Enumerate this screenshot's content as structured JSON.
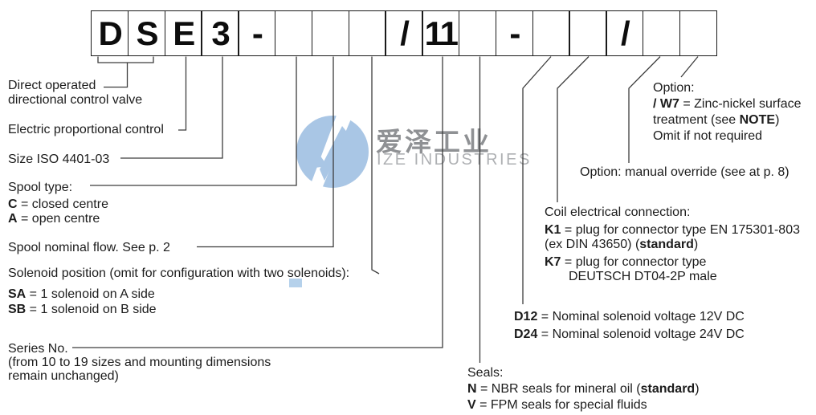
{
  "watermark": {
    "cjk": "爱泽工业",
    "latin": "IZE INDUSTRIES",
    "logo_color": "#a9c6e5"
  },
  "code_boxes": {
    "cells": [
      "D",
      "S",
      "E",
      "3",
      "-",
      "",
      "",
      "",
      "/",
      "11",
      "",
      "-",
      "",
      "",
      "/",
      "",
      ""
    ]
  },
  "sections": {
    "direct_operated": {
      "line1": "Direct operated",
      "line2": "directional control valve"
    },
    "electric_control": {
      "text": "Electric proportional control"
    },
    "size": {
      "text": "Size ISO 4401-03"
    },
    "spool_type": {
      "title": "Spool type:",
      "options": [
        {
          "code": "C",
          "desc": " = closed centre"
        },
        {
          "code": "A",
          "desc": " = open centre"
        }
      ]
    },
    "spool_flow": {
      "text": "Spool nominal flow. See p. 2"
    },
    "solenoid_position": {
      "title": "Solenoid position (omit for configuration with two solenoids):",
      "options": [
        {
          "code": "SA",
          "desc": " = 1 solenoid on A side"
        },
        {
          "code": "SB",
          "desc": " = 1 solenoid on B side"
        }
      ]
    },
    "series_no": {
      "title": "Series No.",
      "note1": "(from 10 to 19 sizes and mounting dimensions",
      "note2": "remain unchanged)"
    },
    "seals": {
      "title": "Seals:",
      "n_code": "N",
      "n_pre": " = NBR seals for mineral oil (",
      "n_bold": "standard",
      "n_post": ")",
      "v_code": "V",
      "v_desc": " = FPM seals for special fluids"
    },
    "voltage": {
      "d12_code": "D12",
      "d12_desc": " = Nominal solenoid voltage 12V DC",
      "d24_code": "D24",
      "d24_desc": " = Nominal solenoid voltage 24V DC"
    },
    "coil": {
      "title": "Coil electrical connection:",
      "k1_code": "K1",
      "k1_desc": " = plug for connector type EN 175301-803",
      "k1_note_pre": "(ex DIN 43650) (",
      "k1_note_bold": "standard",
      "k1_note_post": ")",
      "k7_code": "K7",
      "k7_desc": " = plug for connector type",
      "k7_line2": "DEUTSCH DT04-2P male"
    },
    "manual_override": {
      "text": "Option: manual override (see at p. 8)"
    },
    "w7_option": {
      "title": "Option:",
      "code": "/ W7",
      "desc": " = Zinc-nickel surface",
      "line2_pre": "treatment (see ",
      "line2_bold": "NOTE",
      "line2_post": ")",
      "line3": "Omit if not required"
    }
  }
}
